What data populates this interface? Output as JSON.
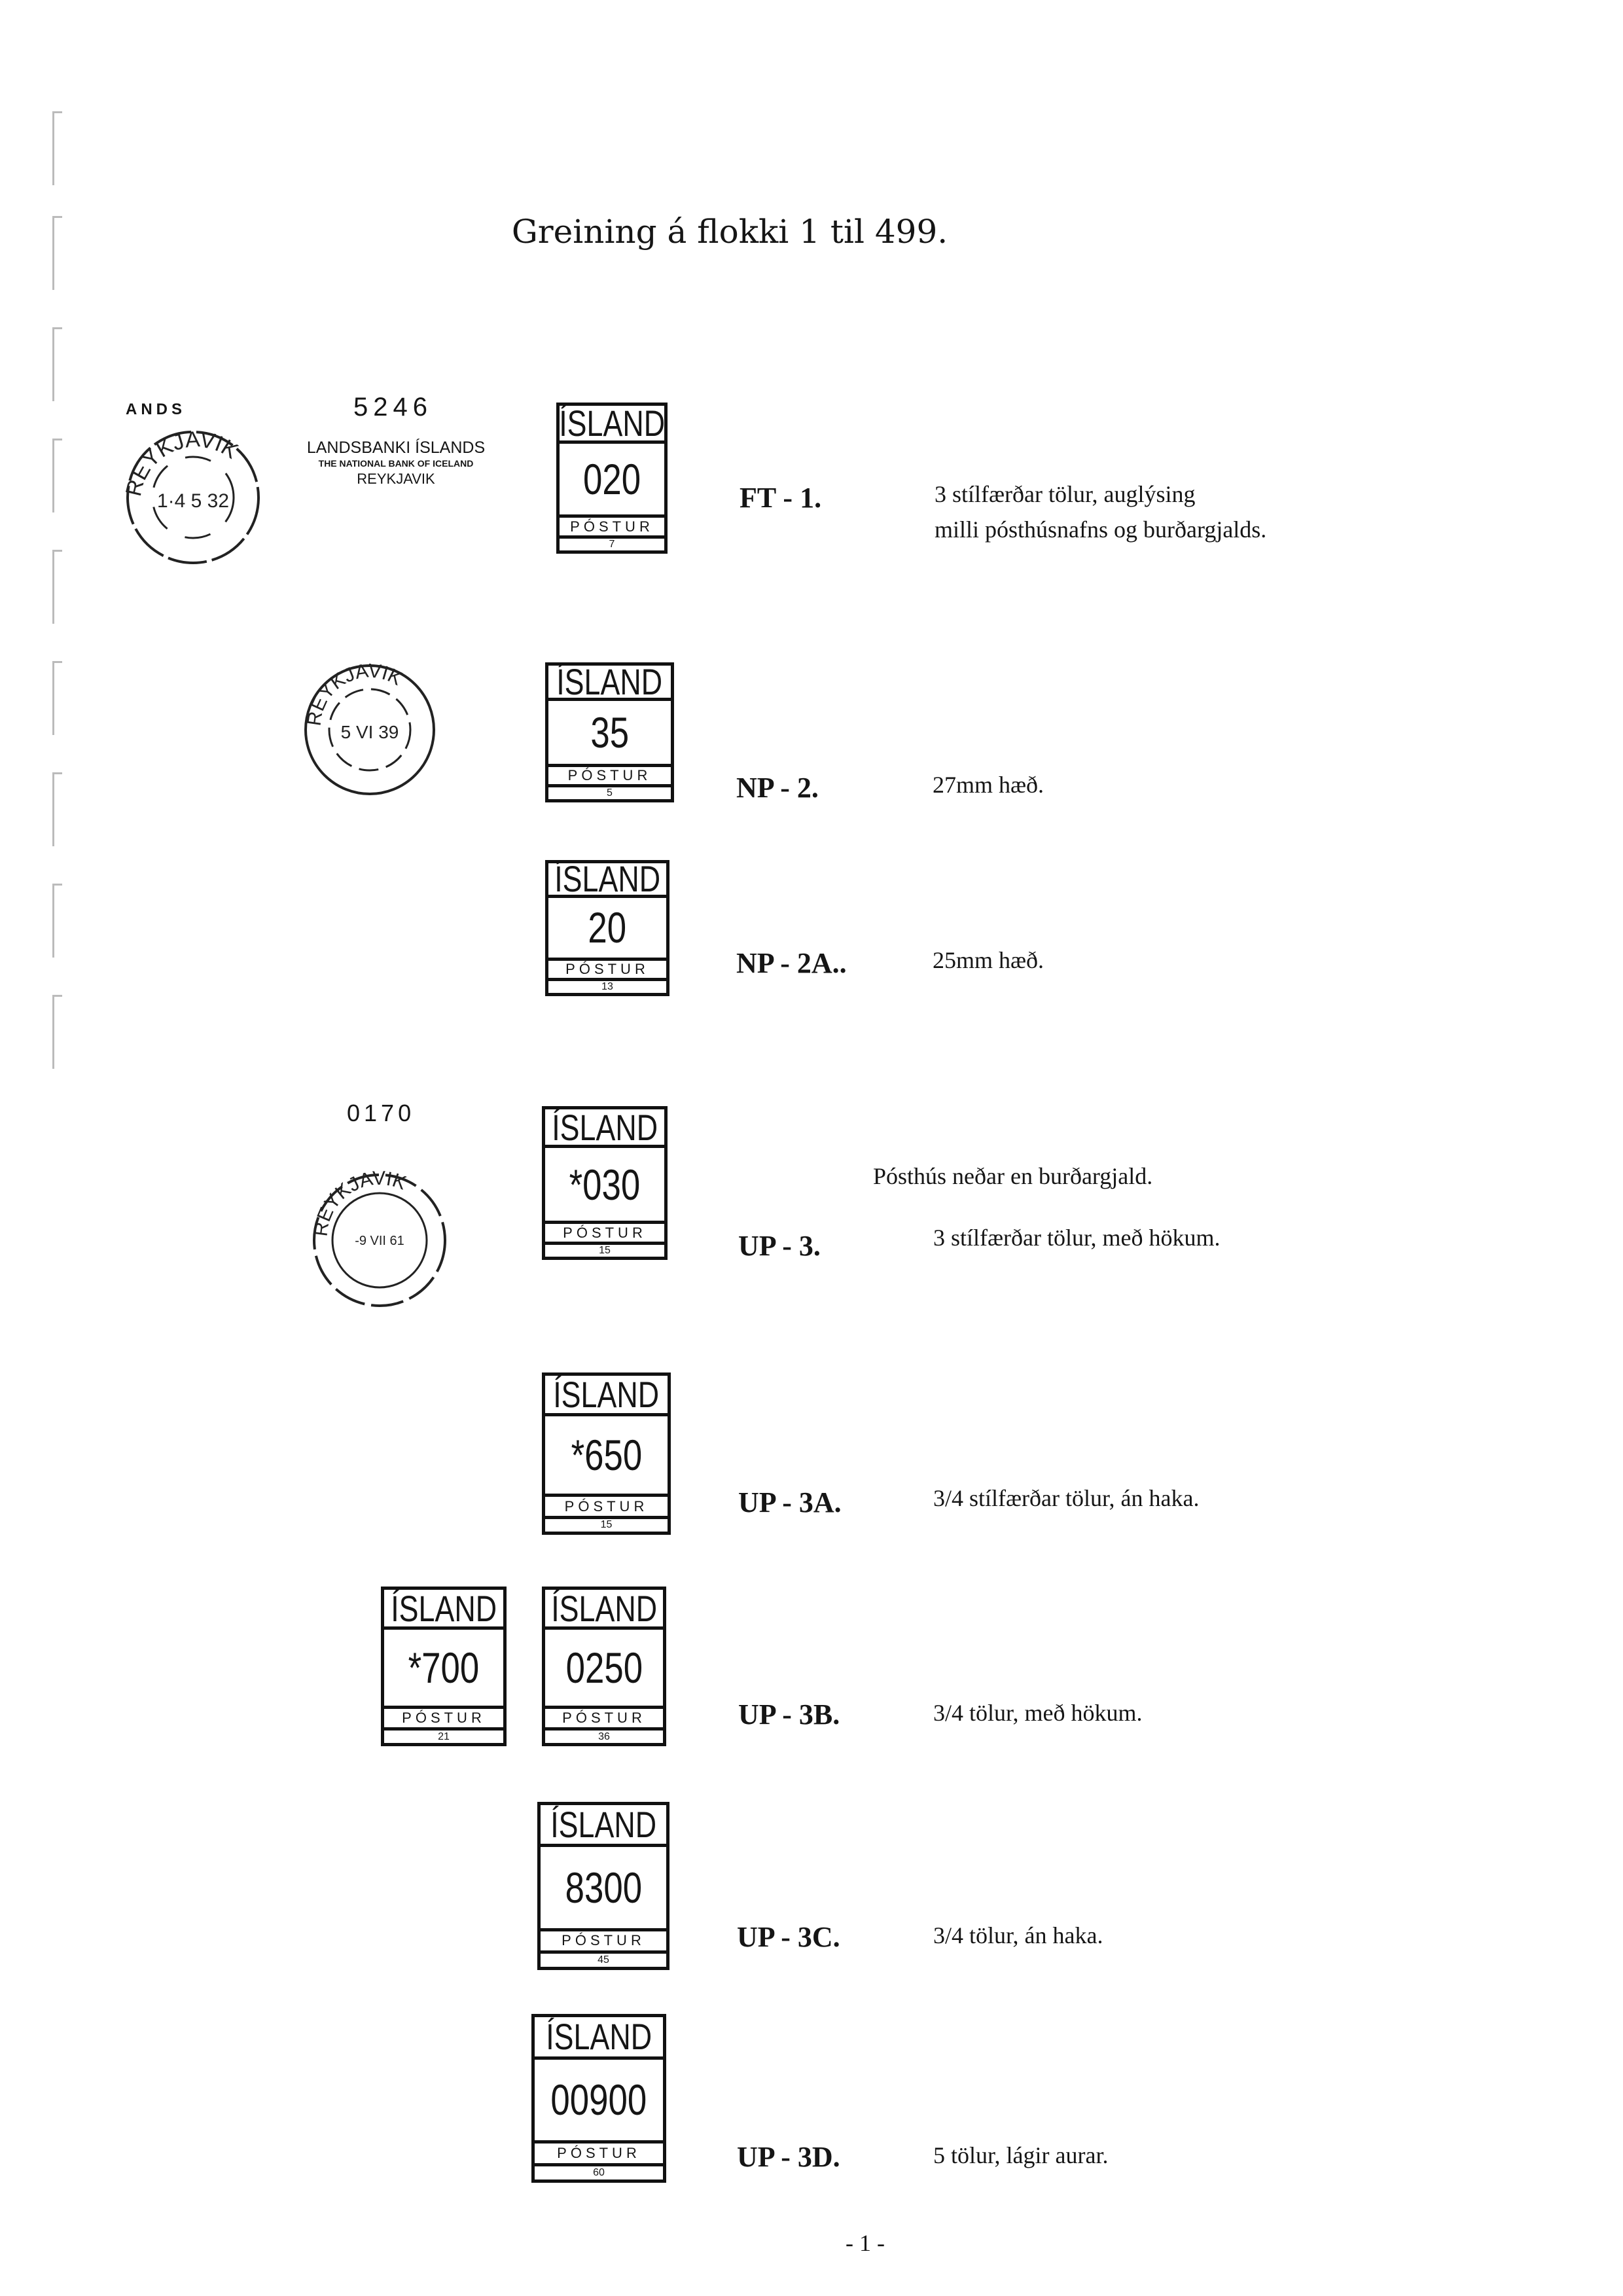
{
  "title": "Greining á flokki 1 til 499.",
  "entries": [
    {
      "code": "FT - 1.",
      "desc": [
        "3 stílfærðar tölur, auglýsing",
        "milli pósthúsnafns og burðargjalds."
      ],
      "stamp": {
        "country": "ÍSLAND",
        "value": "020",
        "post": "PÓSTUR",
        "num": "7"
      },
      "postmark": {
        "town": "REYKJAVIK",
        "date": "1·4 5 32",
        "prefix": "ANDS"
      },
      "advert": {
        "number": "5246",
        "line1": "LANDSBANKI ÍSLANDS",
        "line2": "THE NATIONAL BANK OF ICELAND",
        "line3": "REYKJAVIK"
      }
    },
    {
      "code": "NP - 2.",
      "desc": [
        "27mm hæð."
      ],
      "stamp": {
        "country": "ÍSLAND",
        "value": "35",
        "post": "PÓSTUR",
        "num": "5"
      },
      "postmark": {
        "town": "REYKJAVIK",
        "date": "5 VI 39"
      }
    },
    {
      "code": "NP - 2A..",
      "desc": [
        "25mm hæð."
      ],
      "stamp": {
        "country": "ÍSLAND",
        "value": "20",
        "post": "PÓSTUR",
        "num": "13"
      }
    },
    {
      "code": "UP - 3.",
      "note": "Pósthús neðar en burðargjald.",
      "desc": [
        "3 stílfærðar tölur, með hökum."
      ],
      "stamp": {
        "country": "ÍSLAND",
        "value": "*030",
        "post": "PÓSTUR",
        "num": "15"
      },
      "postmark": {
        "town": "REYKJAVIK",
        "date": "-9 VII 61"
      },
      "number": "0170"
    },
    {
      "code": "UP - 3A.",
      "desc": [
        "3/4 stílfærðar tölur, án haka."
      ],
      "stamp": {
        "country": "ÍSLAND",
        "value": "*650",
        "post": "PÓSTUR",
        "num": "15"
      }
    },
    {
      "code": "UP - 3B.",
      "desc": [
        "3/4 tölur, með hökum."
      ],
      "stamp": {
        "country": "ÍSLAND",
        "value": "0250",
        "post": "PÓSTUR",
        "num": "36"
      },
      "stamp2": {
        "country": "ÍSLAND",
        "value": "*700",
        "post": "PÓSTUR",
        "num": "21"
      }
    },
    {
      "code": "UP - 3C.",
      "desc": [
        "3/4 tölur, án haka."
      ],
      "stamp": {
        "country": "ÍSLAND",
        "value": "8300",
        "post": "PÓSTUR",
        "num": "45"
      }
    },
    {
      "code": "UP - 3D.",
      "desc": [
        "5 tölur, lágir aurar."
      ],
      "stamp": {
        "country": "ÍSLAND",
        "value": "00900",
        "post": "PÓSTUR",
        "num": "60"
      }
    }
  ],
  "page_number": "- 1 -"
}
